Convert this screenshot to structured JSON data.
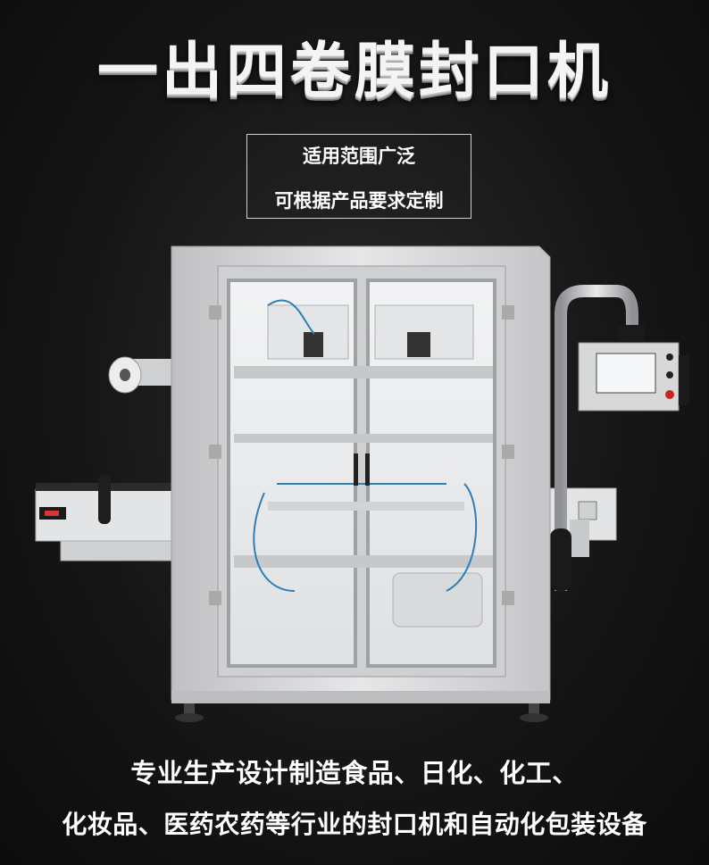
{
  "title": "一出四卷膜封口机",
  "feature_box": {
    "line1": "适用范围广泛",
    "line2": "可根据产品要求定制"
  },
  "description": {
    "line1": "专业生产设计制造食品、日化、化工、",
    "line2": "化妆品、医药农药等行业的封口机和自动化包装设备"
  },
  "colors": {
    "background": "#161616",
    "frame": "#d9d9db",
    "text": "#ffffff"
  }
}
